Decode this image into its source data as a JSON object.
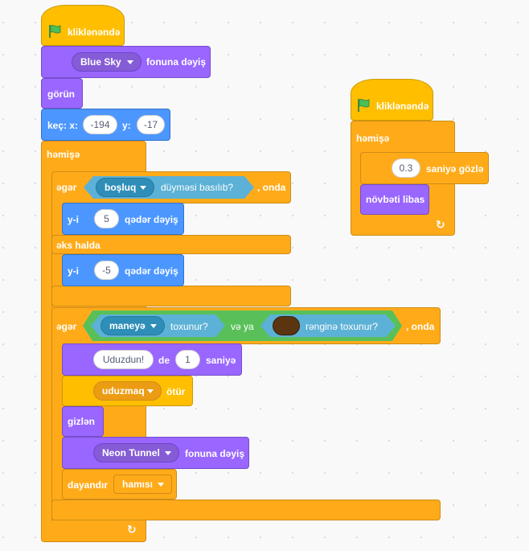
{
  "colors": {
    "events": "#ffbf00",
    "control": "#ffab19",
    "looks": "#9966ff",
    "motion": "#4c97ff",
    "sensing": "#5cb1d6",
    "operators": "#59c059",
    "color_swatch": "#5a3510"
  },
  "script1": {
    "hat_label": "kliklənəndə",
    "backdrop1": {
      "option": "Blue Sky",
      "suffix": "fonuna dəyiş"
    },
    "show_label": "görün",
    "goto": {
      "prefix": "keç: x:",
      "x": "-194",
      "y_label": "y:",
      "y": "-17"
    },
    "forever_label": "həmişə",
    "if_else": {
      "if_label": "əgər",
      "key_option": "boşluq",
      "key_suffix": "düyməsi basılıb?",
      "then_label": ", onda",
      "change_y_1": {
        "prefix": "y-i",
        "value": "5",
        "suffix": "qədər dəyiş"
      },
      "else_label": "əks halda",
      "change_y_2": {
        "prefix": "y-i",
        "value": "-5",
        "suffix": "qədər dəyiş"
      }
    },
    "if2": {
      "if_label": "əgər",
      "touching_option": "maneyə",
      "touching_suffix": "toxunur?",
      "or_label": "və ya",
      "color_suffix": "rənginə toxunur?",
      "then_label": ", onda",
      "say": {
        "text": "Uduzdun!",
        "mid": "de",
        "secs": "1",
        "suffix": "saniyə"
      },
      "broadcast": {
        "option": "uduzmaq",
        "suffix": "ötür"
      },
      "hide_label": "gizlən",
      "backdrop2": {
        "option": "Neon Tunnel",
        "suffix": "fonuna dəyiş"
      },
      "stop": {
        "prefix": "dayandır",
        "option": "hamısı"
      }
    }
  },
  "script2": {
    "hat_label": "kliklənəndə",
    "forever_label": "həmişə",
    "wait": {
      "value": "0.3",
      "suffix": "saniyə gözlə"
    },
    "next_costume_label": "növbəti libas"
  }
}
